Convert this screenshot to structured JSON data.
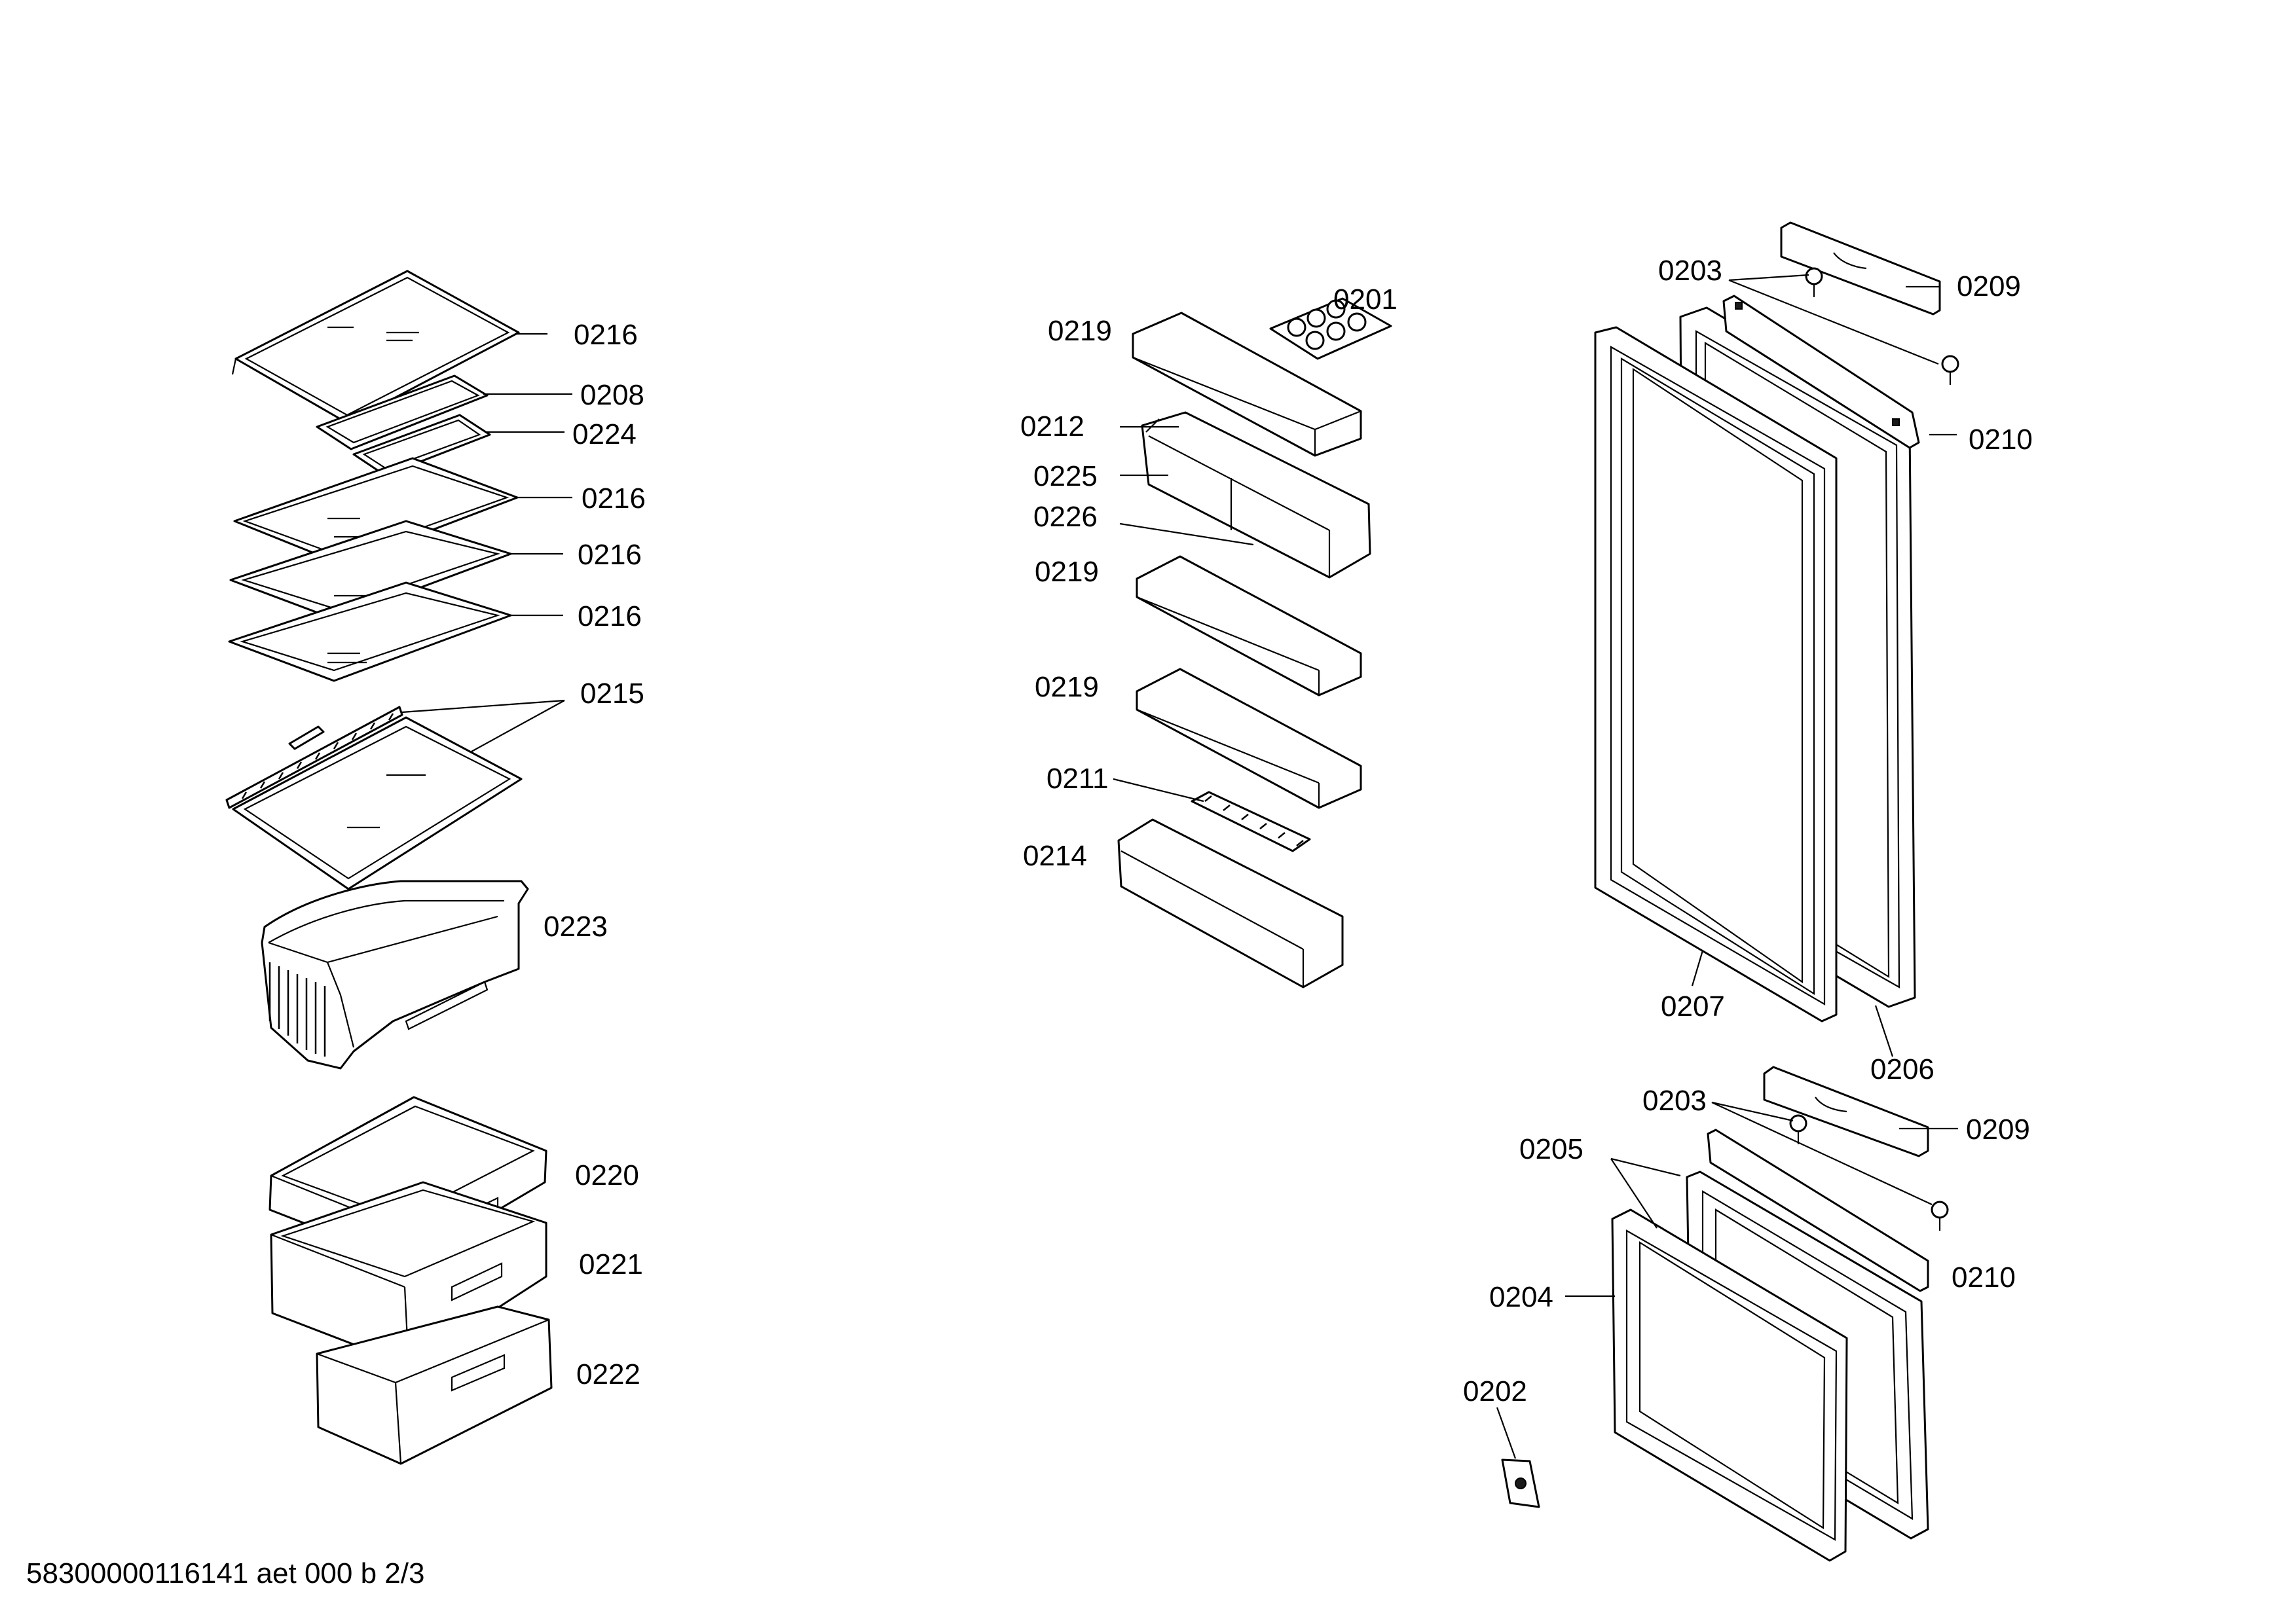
{
  "callouts": {
    "c0201": "0201",
    "c0202": "0202",
    "c0203a": "0203",
    "c0203b": "0203",
    "c0204": "0204",
    "c0205": "0205",
    "c0206": "0206",
    "c0207": "0207",
    "c0208": "0208",
    "c0209a": "0209",
    "c0209b": "0209",
    "c0210a": "0210",
    "c0210b": "0210",
    "c0211": "0211",
    "c0212": "0212",
    "c0214": "0214",
    "c0215": "0215",
    "c0216a": "0216",
    "c0216b": "0216",
    "c0216c": "0216",
    "c0216d": "0216",
    "c0219a": "0219",
    "c0219b": "0219",
    "c0219c": "0219",
    "c0220": "0220",
    "c0221": "0221",
    "c0222": "0222",
    "c0223": "0223",
    "c0224": "0224",
    "c0225": "0225",
    "c0226": "0226"
  },
  "footer": {
    "code": "58300000116141 aet 000 b 2/3"
  }
}
